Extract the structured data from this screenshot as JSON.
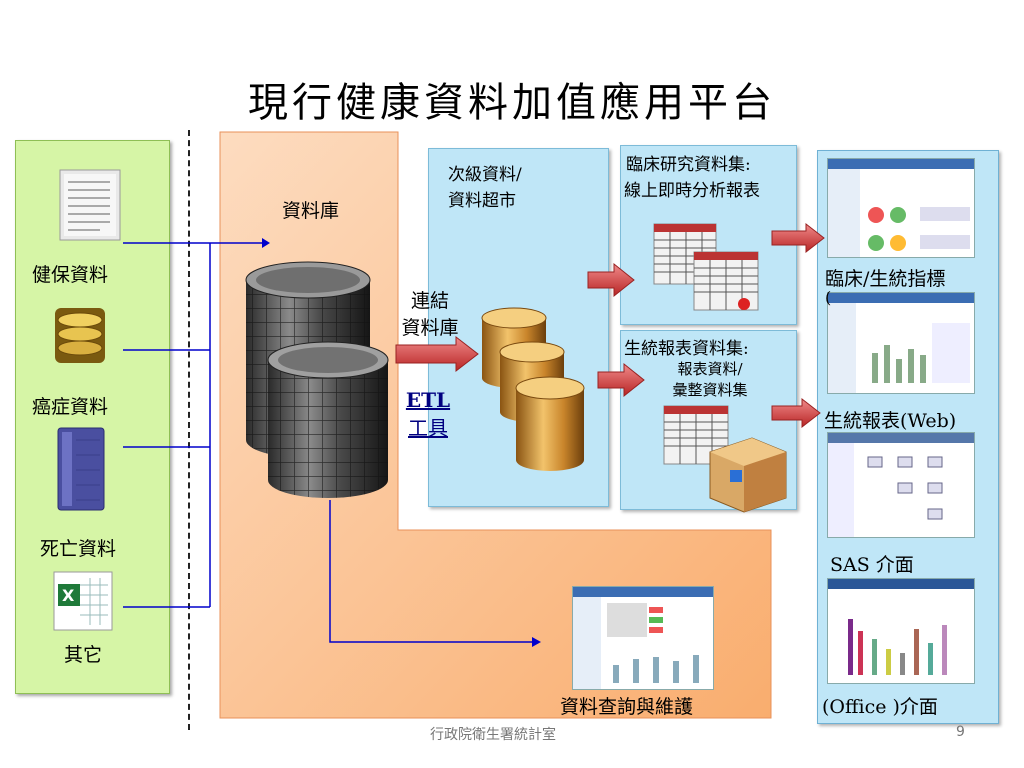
{
  "title": "現行健康資料加值應用平台",
  "sources": {
    "health_insurance": "健保資料",
    "cancer": "癌症資料",
    "death": "死亡資料",
    "other": "其它"
  },
  "database": {
    "label": "資料庫",
    "link_line1": "連結",
    "link_line2": "資料庫",
    "etl_line1": "ETL",
    "etl_line2": "工具",
    "query_label": "資料查詢與維護"
  },
  "secondary": {
    "line1": "次級資料/",
    "line2": "資料超市"
  },
  "clinical": {
    "line1": "臨床研究資料集:",
    "line2": "線上即時分析報表"
  },
  "statistics": {
    "line1": "生統報表資料集:",
    "line2": "報表資料/",
    "line3": "彙整資料集"
  },
  "outputs": {
    "clinical_indicators": "臨床/生統指標",
    "indicators_paren": "(",
    "stat_reports_web": "生統報表(Web)",
    "sas_interface": "SAS 介面",
    "office_interface": "(Office )介面"
  },
  "footer": {
    "org": "行政院衛生署統計室",
    "page": "9"
  },
  "colors": {
    "source_panel": "#d6f5a6",
    "database_panel": "#fbc08e",
    "data_panels": "#bfe6f7",
    "connector_lines": "#0000cc",
    "arrows": "#cc3333"
  }
}
